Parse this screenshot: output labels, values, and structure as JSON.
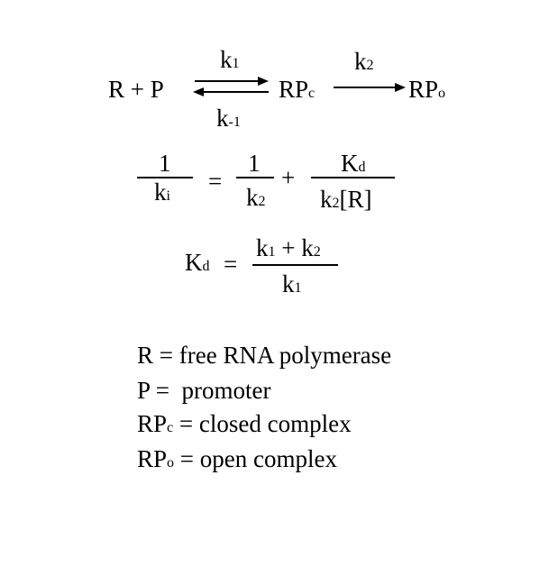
{
  "reaction": {
    "reactants": "R + P",
    "k1": "k",
    "k1_sub": "1",
    "k_minus1": "k",
    "k_minus1_sub": "-1",
    "intermediate": "RP",
    "intermediate_sub": "c",
    "k2": "k",
    "k2_sub": "2",
    "product": "RP",
    "product_sub": "o"
  },
  "equation1": {
    "lhs_num": "1",
    "lhs_den": "k",
    "lhs_den_sub": "i",
    "equals": "=",
    "t1_num": "1",
    "t1_den": "k",
    "t1_den_sub": "2",
    "plus": "+",
    "t2_num": "K",
    "t2_num_sub": "d",
    "t2_den_k": "k",
    "t2_den_sub": "2",
    "t2_den_rest": "[R]"
  },
  "equation2": {
    "lhs": "K",
    "lhs_sub": "d",
    "equals": "=",
    "num_a": "k",
    "num_a_sub": "1",
    "num_plus": " + ",
    "num_b": "k",
    "num_b_sub": "2",
    "den": "k",
    "den_sub": "1"
  },
  "legend": [
    {
      "symbol": "R",
      "symbol_sub": "",
      "text": " = free RNA polymerase"
    },
    {
      "symbol": "P",
      "symbol_sub": "",
      "text": " =  promoter"
    },
    {
      "symbol": "RP",
      "symbol_sub": "c",
      "text": " = closed complex"
    },
    {
      "symbol": "RP",
      "symbol_sub": "o",
      "text": " = open complex"
    }
  ]
}
